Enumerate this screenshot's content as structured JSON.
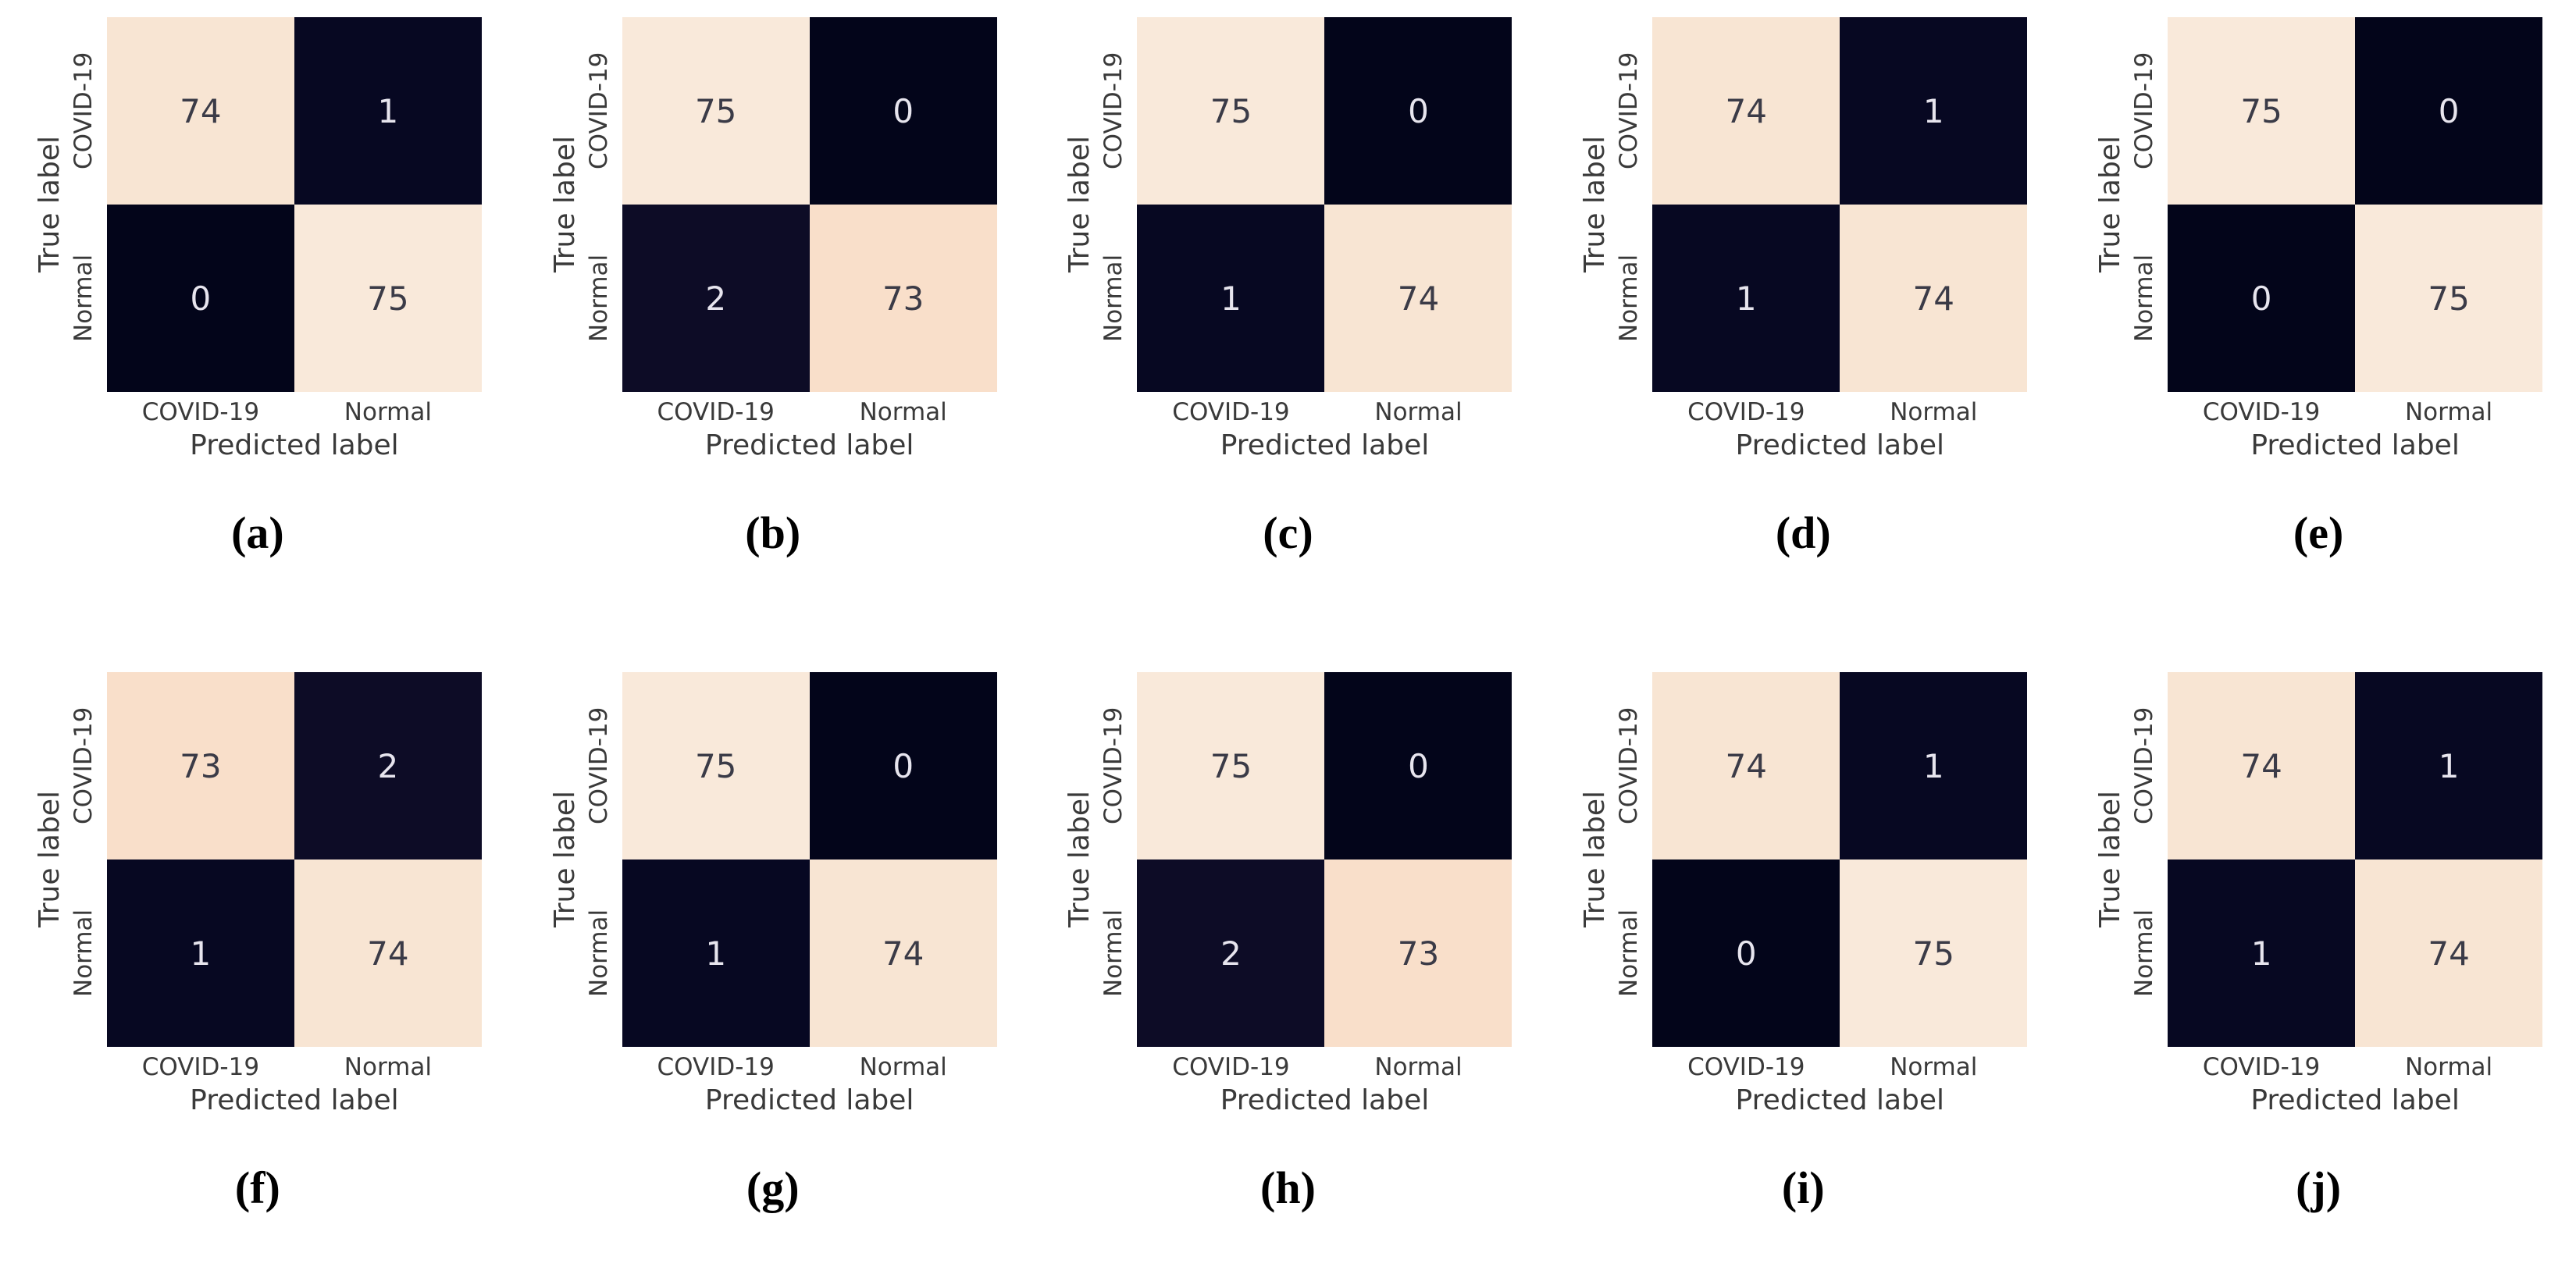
{
  "axes": {
    "true_label": "True label",
    "predicted_label": "Predicted label",
    "classes": [
      "COVID-19",
      "Normal"
    ]
  },
  "colors": {
    "background": "#ffffff",
    "cell_value_75": "#f9e9da",
    "cell_value_74": "#f8e5d3",
    "cell_value_73": "#f9dfca",
    "cell_value_2": "#0d0c26",
    "cell_value_1": "#070822",
    "cell_value_0": "#03051a",
    "annot_on_light": "#3b3b47",
    "annot_on_dark": "#e7e5ee",
    "axis_text": "#3a3a3a"
  },
  "matrices": [
    {
      "caption": "(a)",
      "cells": [
        {
          "value": "74",
          "bg": "#f8e5d3",
          "fg": "#3b3b47"
        },
        {
          "value": "1",
          "bg": "#070822",
          "fg": "#e7e5ee"
        },
        {
          "value": "0",
          "bg": "#03051a",
          "fg": "#e7e5ee"
        },
        {
          "value": "75",
          "bg": "#f9e9da",
          "fg": "#3b3b47"
        }
      ]
    },
    {
      "caption": "(b)",
      "cells": [
        {
          "value": "75",
          "bg": "#f9e9da",
          "fg": "#3b3b47"
        },
        {
          "value": "0",
          "bg": "#03051a",
          "fg": "#e7e5ee"
        },
        {
          "value": "2",
          "bg": "#0d0c26",
          "fg": "#e7e5ee"
        },
        {
          "value": "73",
          "bg": "#f9dfca",
          "fg": "#3b3b47"
        }
      ]
    },
    {
      "caption": "(c)",
      "cells": [
        {
          "value": "75",
          "bg": "#f9e9da",
          "fg": "#3b3b47"
        },
        {
          "value": "0",
          "bg": "#03051a",
          "fg": "#e7e5ee"
        },
        {
          "value": "1",
          "bg": "#070822",
          "fg": "#e7e5ee"
        },
        {
          "value": "74",
          "bg": "#f8e5d3",
          "fg": "#3b3b47"
        }
      ]
    },
    {
      "caption": "(d)",
      "cells": [
        {
          "value": "74",
          "bg": "#f8e5d3",
          "fg": "#3b3b47"
        },
        {
          "value": "1",
          "bg": "#070822",
          "fg": "#e7e5ee"
        },
        {
          "value": "1",
          "bg": "#070822",
          "fg": "#e7e5ee"
        },
        {
          "value": "74",
          "bg": "#f8e5d3",
          "fg": "#3b3b47"
        }
      ]
    },
    {
      "caption": "(e)",
      "cells": [
        {
          "value": "75",
          "bg": "#f9e9da",
          "fg": "#3b3b47"
        },
        {
          "value": "0",
          "bg": "#03051a",
          "fg": "#e7e5ee"
        },
        {
          "value": "0",
          "bg": "#03051a",
          "fg": "#e7e5ee"
        },
        {
          "value": "75",
          "bg": "#f9e9da",
          "fg": "#3b3b47"
        }
      ]
    },
    {
      "caption": "(f)",
      "cells": [
        {
          "value": "73",
          "bg": "#f9dfca",
          "fg": "#3b3b47"
        },
        {
          "value": "2",
          "bg": "#0d0c26",
          "fg": "#e7e5ee"
        },
        {
          "value": "1",
          "bg": "#070822",
          "fg": "#e7e5ee"
        },
        {
          "value": "74",
          "bg": "#f8e5d3",
          "fg": "#3b3b47"
        }
      ]
    },
    {
      "caption": "(g)",
      "cells": [
        {
          "value": "75",
          "bg": "#f9e9da",
          "fg": "#3b3b47"
        },
        {
          "value": "0",
          "bg": "#03051a",
          "fg": "#e7e5ee"
        },
        {
          "value": "1",
          "bg": "#070822",
          "fg": "#e7e5ee"
        },
        {
          "value": "74",
          "bg": "#f8e5d3",
          "fg": "#3b3b47"
        }
      ]
    },
    {
      "caption": "(h)",
      "cells": [
        {
          "value": "75",
          "bg": "#f9e9da",
          "fg": "#3b3b47"
        },
        {
          "value": "0",
          "bg": "#03051a",
          "fg": "#e7e5ee"
        },
        {
          "value": "2",
          "bg": "#0d0c26",
          "fg": "#e7e5ee"
        },
        {
          "value": "73",
          "bg": "#f9dfca",
          "fg": "#3b3b47"
        }
      ]
    },
    {
      "caption": "(i)",
      "cells": [
        {
          "value": "74",
          "bg": "#f8e5d3",
          "fg": "#3b3b47"
        },
        {
          "value": "1",
          "bg": "#070822",
          "fg": "#e7e5ee"
        },
        {
          "value": "0",
          "bg": "#03051a",
          "fg": "#e7e5ee"
        },
        {
          "value": "75",
          "bg": "#f9e9da",
          "fg": "#3b3b47"
        }
      ]
    },
    {
      "caption": "(j)",
      "cells": [
        {
          "value": "74",
          "bg": "#f8e5d3",
          "fg": "#3b3b47"
        },
        {
          "value": "1",
          "bg": "#070822",
          "fg": "#e7e5ee"
        },
        {
          "value": "1",
          "bg": "#070822",
          "fg": "#e7e5ee"
        },
        {
          "value": "74",
          "bg": "#f8e5d3",
          "fg": "#3b3b47"
        }
      ]
    }
  ],
  "chart_data": [
    {
      "type": "heatmap",
      "label": "(a)",
      "xlabel": "Predicted label",
      "ylabel": "True label",
      "x_categories": [
        "COVID-19",
        "Normal"
      ],
      "y_categories": [
        "COVID-19",
        "Normal"
      ],
      "values": [
        [
          74,
          1
        ],
        [
          0,
          75
        ]
      ]
    },
    {
      "type": "heatmap",
      "label": "(b)",
      "xlabel": "Predicted label",
      "ylabel": "True label",
      "x_categories": [
        "COVID-19",
        "Normal"
      ],
      "y_categories": [
        "COVID-19",
        "Normal"
      ],
      "values": [
        [
          75,
          0
        ],
        [
          2,
          73
        ]
      ]
    },
    {
      "type": "heatmap",
      "label": "(c)",
      "xlabel": "Predicted label",
      "ylabel": "True label",
      "x_categories": [
        "COVID-19",
        "Normal"
      ],
      "y_categories": [
        "COVID-19",
        "Normal"
      ],
      "values": [
        [
          75,
          0
        ],
        [
          1,
          74
        ]
      ]
    },
    {
      "type": "heatmap",
      "label": "(d)",
      "xlabel": "Predicted label",
      "ylabel": "True label",
      "x_categories": [
        "COVID-19",
        "Normal"
      ],
      "y_categories": [
        "COVID-19",
        "Normal"
      ],
      "values": [
        [
          74,
          1
        ],
        [
          1,
          74
        ]
      ]
    },
    {
      "type": "heatmap",
      "label": "(e)",
      "xlabel": "Predicted label",
      "ylabel": "True label",
      "x_categories": [
        "COVID-19",
        "Normal"
      ],
      "y_categories": [
        "COVID-19",
        "Normal"
      ],
      "values": [
        [
          75,
          0
        ],
        [
          0,
          75
        ]
      ]
    },
    {
      "type": "heatmap",
      "label": "(f)",
      "xlabel": "Predicted label",
      "ylabel": "True label",
      "x_categories": [
        "COVID-19",
        "Normal"
      ],
      "y_categories": [
        "COVID-19",
        "Normal"
      ],
      "values": [
        [
          73,
          2
        ],
        [
          1,
          74
        ]
      ]
    },
    {
      "type": "heatmap",
      "label": "(g)",
      "xlabel": "Predicted label",
      "ylabel": "True label",
      "x_categories": [
        "COVID-19",
        "Normal"
      ],
      "y_categories": [
        "COVID-19",
        "Normal"
      ],
      "values": [
        [
          75,
          0
        ],
        [
          1,
          74
        ]
      ]
    },
    {
      "type": "heatmap",
      "label": "(h)",
      "xlabel": "Predicted label",
      "ylabel": "True label",
      "x_categories": [
        "COVID-19",
        "Normal"
      ],
      "y_categories": [
        "COVID-19",
        "Normal"
      ],
      "values": [
        [
          75,
          0
        ],
        [
          2,
          73
        ]
      ]
    },
    {
      "type": "heatmap",
      "label": "(i)",
      "xlabel": "Predicted label",
      "ylabel": "True label",
      "x_categories": [
        "COVID-19",
        "Normal"
      ],
      "y_categories": [
        "COVID-19",
        "Normal"
      ],
      "values": [
        [
          74,
          1
        ],
        [
          0,
          75
        ]
      ]
    },
    {
      "type": "heatmap",
      "label": "(j)",
      "xlabel": "Predicted label",
      "ylabel": "True label",
      "x_categories": [
        "COVID-19",
        "Normal"
      ],
      "y_categories": [
        "COVID-19",
        "Normal"
      ],
      "values": [
        [
          74,
          1
        ],
        [
          1,
          74
        ]
      ]
    }
  ]
}
